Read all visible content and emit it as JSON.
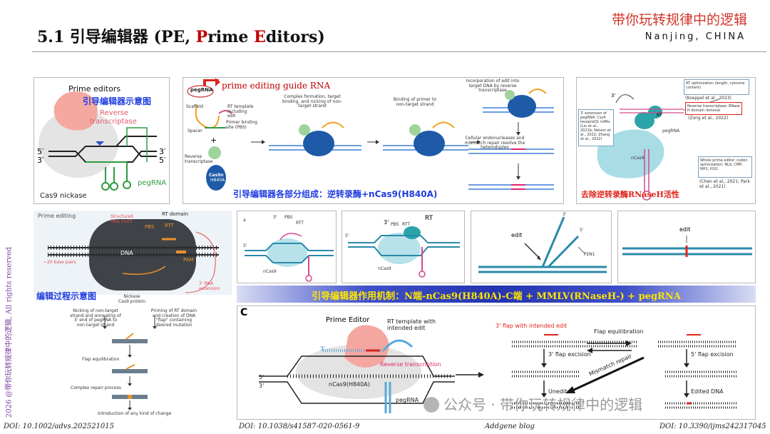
{
  "header": {
    "title_prefix": "5.1 引导编辑器  (PE, ",
    "title_p": "P",
    "title_rime": "rime ",
    "title_e": "E",
    "title_ditors": "ditors)",
    "brand": "带你玩转规律中的逻辑",
    "location": "Nanjing, CHINA"
  },
  "panel1": {
    "heading": "Prime editors",
    "caption": "引导编辑器示意图",
    "rt_line1": "Reverse",
    "rt_line2": "transcriptase",
    "five_left": "5′",
    "three_left": "3′",
    "three_right": "3′",
    "five_right": "5′",
    "pegrna": "pegRNA",
    "nickase": "Cas9 nickase"
  },
  "panel2": {
    "pegrna_tag": "pegRNA",
    "guide_label": "prime editing guide RNA",
    "scaffold": "Scaffold",
    "rt_template": "RT template including edit",
    "pbs": "Primer binding site (PBS)",
    "spacer": "Spacer",
    "reverse_transcriptase": "Reverse transcriptase",
    "cas9_line1": "Cas9n",
    "cas9_line2": "H840A",
    "step1": "Complex formation, target binding, and nicking of non-target strand",
    "step2": "Binding of primer to non-target strand",
    "step3": "Incorporation of edit into target DNA by reverse transcriptase",
    "step4": "Cellular endonucleases and mismatch repair resolve the heteroduplex",
    "caption": "引导编辑器各部分组成：逆转录酶+nCas9(H840A)"
  },
  "panel3": {
    "three": "3'",
    "rt": "RT",
    "rt_opt": "RT optimization (length, cytosine content)",
    "rt_opt_ref": "(Koeppel et al., 2023)",
    "ext": "3' extension of pegRNA: Csy4 tevopreQ1 mPAs",
    "ext_ref": "(Liu et al., 2021b; Nelson et al., 2022; Zhang et al., 2022)",
    "rnaseh": "Reverse transcriptase: RNase H domain removal",
    "rnaseh_ref": "(Zong et al., 2022)",
    "pegrna": "pegRNA",
    "ncas9": "nCas9",
    "whole": "Whole prime editor: codon optimization; NLS; CMP; NH1; H1G",
    "whole_ref": "(Chen et al., 2021; Park et al., 2021)",
    "caption": "去除逆转录酶RNaseH活性"
  },
  "panel4": {
    "prime_editing": "Prime editing",
    "structured": "Structured RNA motif",
    "rt_domain": "RT domain",
    "pbs": "PBS",
    "rtt": "RTT",
    "dna": "DNA",
    "pam": "PAM",
    "base_pairs": "~20 base pairs",
    "three_ext": "3' RNA extension",
    "caption": "编辑过程示意图",
    "nickase": "Nickase Cas9 protein",
    "nicking": "Nicking of non-target strand and annealing of 3' end of pegRNA to non-target strand",
    "priming": "Priming of RT domain and creation of DNA \"flap\" containing desired mutation",
    "flap_eq": "Flap equilibration",
    "complex": "Complex repair process",
    "introduction": "Introduction of any kind of change"
  },
  "strip": {
    "a": "a",
    "pbs_a": "PBS",
    "rtt_a": "RTT",
    "three_a": "3'",
    "five_a": "5'",
    "ncas9_a": "nCas9",
    "rt_b": "RT",
    "pbs_b": "PBS",
    "rtt_b": "RTT",
    "three_b": "3'",
    "five_b": "5'",
    "ncas9_b": "nCas9",
    "edit_c": "edit",
    "three_c": "3'",
    "five_c": "5'",
    "fen1": "FEN1",
    "edit_d": "edit"
  },
  "banner": {
    "text": "引导编辑器作用机制：N端-nCas9(H840A)-C端 + MMLV(RNaseH-) + pegRNA"
  },
  "panelC": {
    "letter": "C",
    "prime_editor": "Prime Editor",
    "rt_template": "RT template with intended edit",
    "three": "3'",
    "reverse_transcription": "Reverse transcription",
    "five": "5'",
    "three_b": "3'",
    "ncas9": "nCas9(H840A)",
    "pegrna": "pegRNA",
    "flap3": "3' flap with intended edit",
    "flap_eq": "Flap equilibration",
    "excision3": "3' flap excision",
    "excision5": "5' flap excision",
    "unedited": "Unedited",
    "mismatch": "Mismatch repair",
    "edited": "Edited DNA"
  },
  "side": {
    "vertical": "2026 @带你玩转规律中的逻辑,  All rights reserved"
  },
  "watermark": {
    "text": "公众号 · 带你玩转规律中的逻辑"
  },
  "footer": {
    "doi1": "DOI: 10.1002/advs.202521015",
    "doi2": "DOI: 10.1038/s41587-020-0561-9",
    "doi3": "Addgene blog",
    "doi4": "DOI: 10.3390/ijms242317045"
  }
}
